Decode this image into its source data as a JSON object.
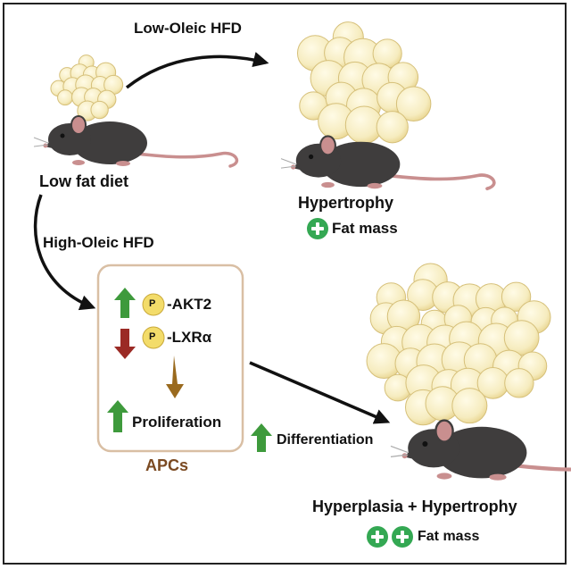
{
  "labels": {
    "low_oleic": "Low-Oleic HFD",
    "low_fat": "Low fat diet",
    "high_oleic": "High-Oleic HFD",
    "hypertrophy": "Hypertrophy",
    "fat_mass_1": "Fat mass",
    "akt2": "-AKT2",
    "lxra": "-LXRα",
    "phospho": "P",
    "proliferation": "Proliferation",
    "apcs": "APCs",
    "differentiation": "Differentiation",
    "hyperplasia": "Hyperplasia + Hypertrophy",
    "fat_mass_2": "Fat mass"
  },
  "colors": {
    "up_arrow": "#3e9a3c",
    "down_arrow": "#9b2a25",
    "pathway_arrow": "#9a6a1e",
    "apcs_text": "#7b4a22",
    "plus_badge": "#34a853",
    "phospho_circle": "#f3dc6a",
    "adipocyte_fill": "#f6ecbf",
    "mouse_body": "#3f3d3d"
  },
  "icons": [
    "adipocyte-cluster-icon",
    "mouse-icon",
    "up-arrow-icon",
    "down-arrow-icon",
    "plus-icon"
  ]
}
